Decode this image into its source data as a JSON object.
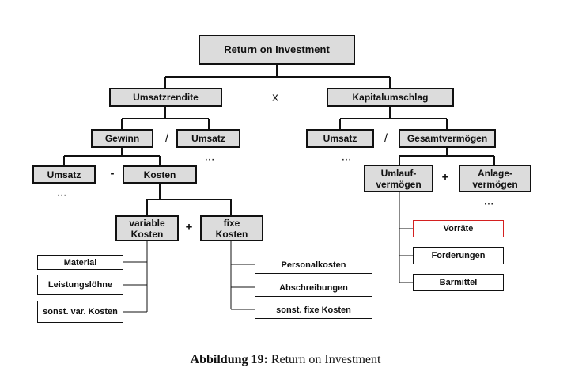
{
  "diagram": {
    "root": "Return on Investment",
    "level1": {
      "left": "Umsatzrendite",
      "operator": "x",
      "right": "Kapitalumschlag"
    },
    "left_branch": {
      "numerator": "Gewinn",
      "operator": "/",
      "denominator": "Umsatz",
      "denominator_more": "...",
      "gewinn_parts": {
        "left": "Umsatz",
        "operator": "-",
        "right": "Kosten",
        "left_more": "..."
      },
      "kosten_parts": {
        "variable": "variable\nKosten",
        "operator": "+",
        "fixed": "fixe\nKosten",
        "variable_items": [
          "Material",
          "Leistungslöhne",
          "sonst. var. Kosten"
        ],
        "fixed_items": [
          "Personalkosten",
          "Abschreibungen",
          "sonst. fixe Kosten"
        ]
      }
    },
    "right_branch": {
      "numerator": "Umsatz",
      "numerator_more": "...",
      "operator": "/",
      "denominator": "Gesamtvermögen",
      "vermoegen_parts": {
        "left": "Umlauf-\nvermögen",
        "operator": "+",
        "right": "Anlage-\nvermögen",
        "right_more": "...",
        "umlauf_items": [
          "Vorräte",
          "Forderungen",
          "Barmittel"
        ],
        "highlighted_item": "Vorräte"
      }
    },
    "colors": {
      "box_fill": "#dcdcdc",
      "line": "#111111",
      "highlight": "#d42020"
    }
  },
  "caption": {
    "label": "Abbildung 19:",
    "text": "Return on Investment"
  }
}
